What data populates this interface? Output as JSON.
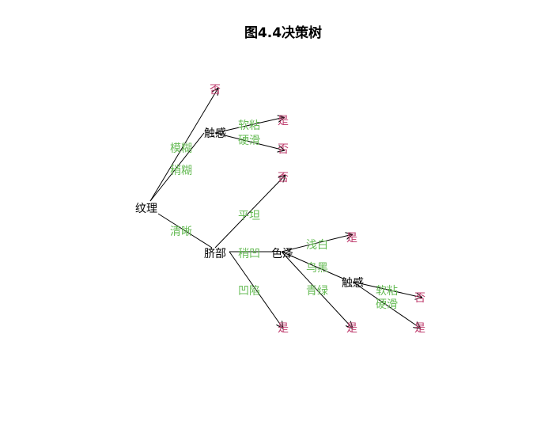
{
  "title": "图4.4决策树",
  "colors": {
    "edge_label": "#66bb55",
    "leaf": "#c04070",
    "node": "#000000",
    "line": "#000000"
  },
  "nodes": {
    "texture": "纹理",
    "touch_top": "触感",
    "navel": "脐部",
    "color": "色泽",
    "touch_bottom": "触感"
  },
  "edge_labels": {
    "blurry": "模糊",
    "slightly_blurry": "稍糊",
    "clear": "清晰",
    "soft_sticky_top": "软粘",
    "hard_smooth_top": "硬滑",
    "flat": "平坦",
    "slightly_concave": "稍凹",
    "concave": "凹陷",
    "light_white": "浅白",
    "black": "乌黑",
    "green": "青绿",
    "soft_sticky_bottom": "软粘",
    "hard_smooth_bottom": "硬滑"
  },
  "leaves": {
    "blurry_leaf": "否",
    "touch_top_yes": "是",
    "touch_top_no": "否",
    "flat_leaf": "否",
    "light_white_leaf": "是",
    "touch_bottom_no": "否",
    "touch_bottom_yes": "是",
    "concave_leaf": "是",
    "green_leaf": "是"
  }
}
